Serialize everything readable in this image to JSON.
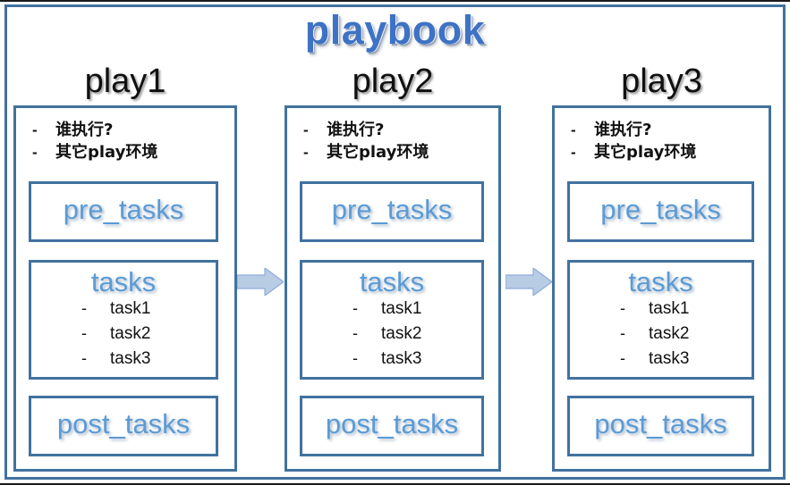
{
  "title": "playbook",
  "theme": {
    "frame_blue": "#41729F",
    "title_blue": "#3E72C4",
    "section_label_blue": "#5B9BD5",
    "arrow_fill": "#B8CCE4",
    "arrow_stroke": "#8FAADC",
    "text_black": "#111111",
    "background": "#FFFFFF"
  },
  "meta_bullets": [
    {
      "dash": "-",
      "text": "谁执行?"
    },
    {
      "dash": "-",
      "text": "其它play环境"
    }
  ],
  "section_labels": {
    "pre_tasks": "pre_tasks",
    "tasks": "tasks",
    "post_tasks": "post_tasks"
  },
  "task_items": [
    {
      "dash": "-",
      "text": "task1"
    },
    {
      "dash": "-",
      "text": "task2"
    },
    {
      "dash": "-",
      "text": "task3"
    }
  ],
  "plays": [
    {
      "heading": "play1"
    },
    {
      "heading": "play2"
    },
    {
      "heading": "play3"
    }
  ],
  "arrows": [
    {
      "label": "right-arrow-play1-to-play2"
    },
    {
      "label": "right-arrow-play2-to-play3"
    }
  ]
}
